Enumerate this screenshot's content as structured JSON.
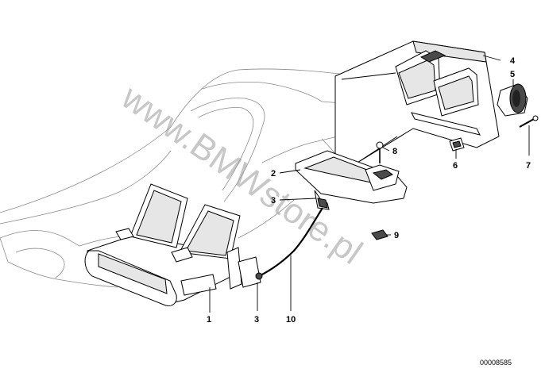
{
  "watermark": "www.BMWstore.pl",
  "part_number": "00008585",
  "callouts": {
    "c1": "1",
    "c2": "2",
    "c3a": "3",
    "c3b": "3",
    "c4": "4",
    "c5": "5",
    "c6": "6",
    "c7": "7",
    "c8": "8",
    "c9": "9",
    "c10": "10"
  }
}
